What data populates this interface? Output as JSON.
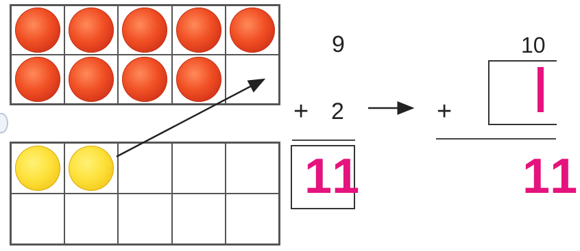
{
  "ten_frame_top": {
    "cells": [
      "red",
      "red",
      "red",
      "red",
      "red",
      "red",
      "red",
      "red",
      "red",
      "empty"
    ]
  },
  "ten_frame_bottom": {
    "cells": [
      "yellow",
      "yellow",
      "empty",
      "empty",
      "empty",
      "empty",
      "empty",
      "empty",
      "empty",
      "empty"
    ]
  },
  "problem_left": {
    "addend_top": "9",
    "plus_sign": "+",
    "addend_bottom": "2",
    "answer": "11"
  },
  "problem_right": {
    "addend_top": "10",
    "plus_sign": "+",
    "answer": "11"
  },
  "colors": {
    "counter_red": "#f04e23",
    "counter_yellow": "#fde13a",
    "answer_magenta": "#e5137d",
    "grid_line": "#555555"
  }
}
